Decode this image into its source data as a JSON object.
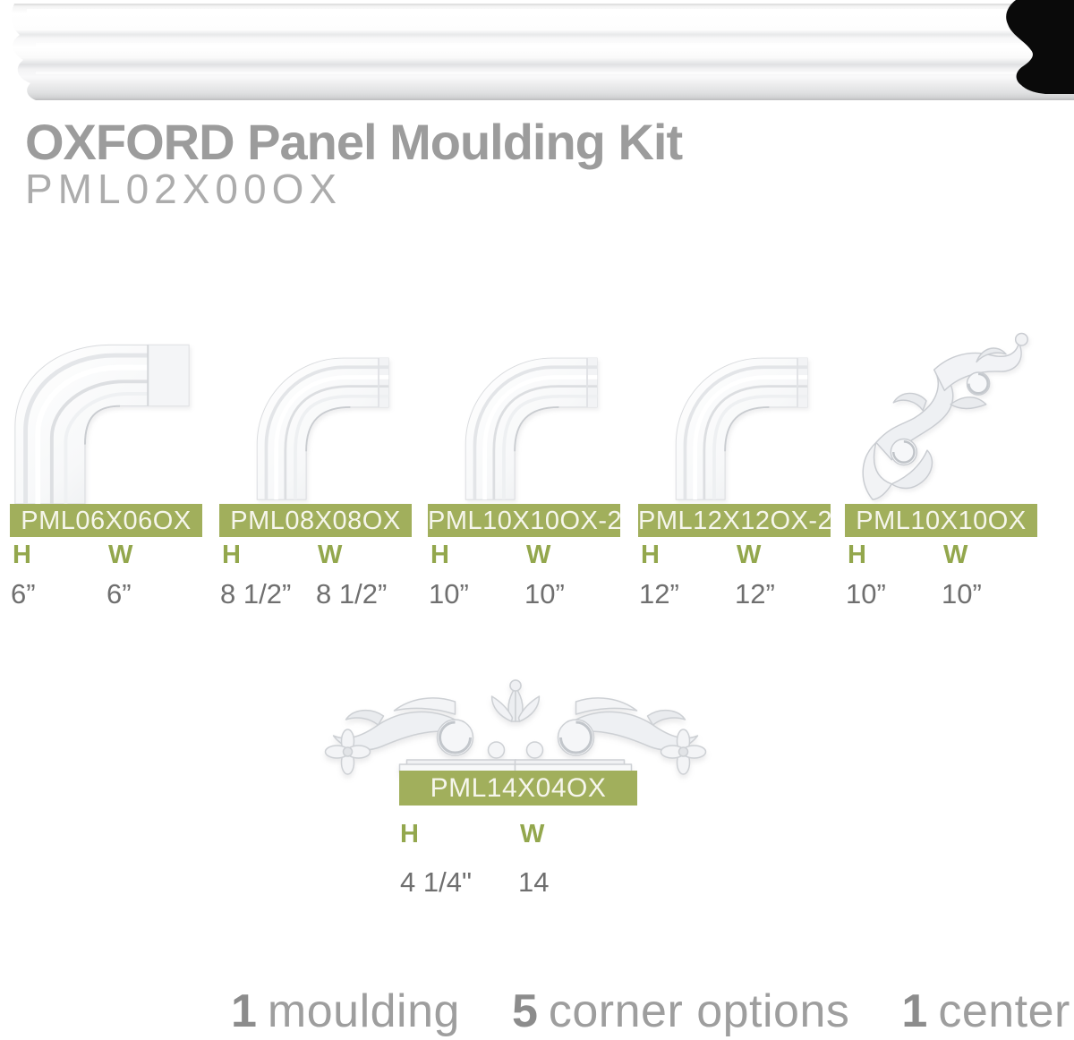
{
  "header": {
    "title": "OXFORD Panel Moulding Kit",
    "sku": "PML02X00OX"
  },
  "labels": {
    "height": "H",
    "width": "W"
  },
  "corners": [
    {
      "code": "PML06X06OX",
      "height": "6”",
      "width": "6”"
    },
    {
      "code": "PML08X08OX",
      "height": "8 1/2”",
      "width": "8 1/2”"
    },
    {
      "code": "PML10X10OX-2",
      "height": "10”",
      "width": "10”"
    },
    {
      "code": "PML12X12OX-2",
      "height": "12”",
      "width": "12”"
    },
    {
      "code": "PML10X10OX",
      "height": "10”",
      "width": "10”"
    }
  ],
  "center_piece": {
    "code": "PML14X04OX",
    "height": "4 1/4\"",
    "width": "14"
  },
  "summary": [
    {
      "count": "1",
      "label": "moulding"
    },
    {
      "count": "5",
      "label": "corner options"
    },
    {
      "count": "1",
      "label": "center"
    }
  ],
  "colors": {
    "badge_green": "#a1af5c",
    "dim_letter_green": "#93a74d",
    "badge_text": "#f6f6ec",
    "value_gray": "#6f6f6f",
    "title_gray": "#9c9c9c",
    "sku_gray": "#acacac",
    "summary_number_gray": "#8c8c8c",
    "summary_word_gray": "#9e9e9e",
    "profile_black": "#0a0a0a"
  }
}
